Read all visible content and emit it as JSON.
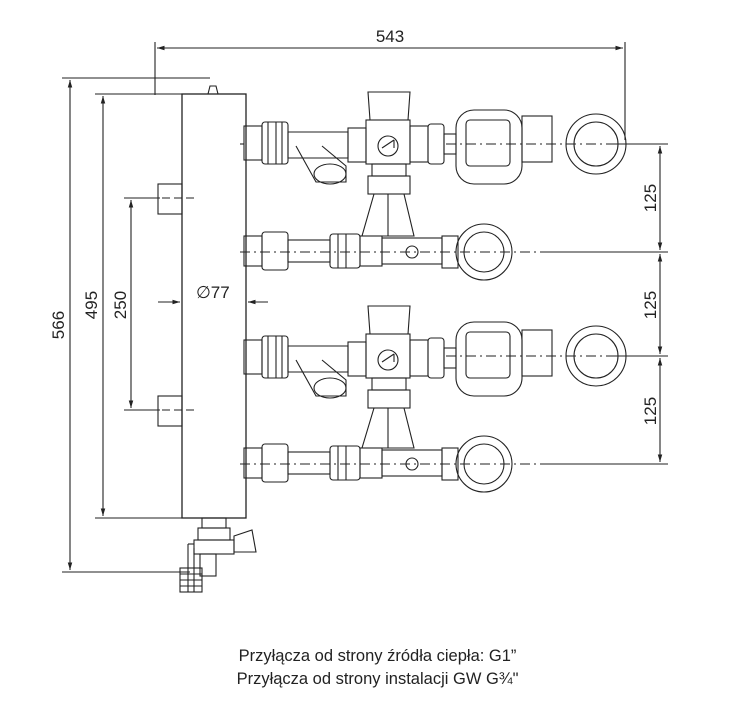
{
  "dimensions": {
    "overall_width": "543",
    "overall_height": "566",
    "header_height": "495",
    "header_connection_spacing": "250",
    "header_diameter": "∅77",
    "vertical_spacing": [
      "125",
      "125",
      "125"
    ]
  },
  "caption": {
    "line1": "Przyłącza od strony źródła ciepła: G1”",
    "line2": "Przyłącza od strony instalacji GW G¾\""
  },
  "colors": {
    "line": "#222222",
    "background": "#ffffff"
  }
}
